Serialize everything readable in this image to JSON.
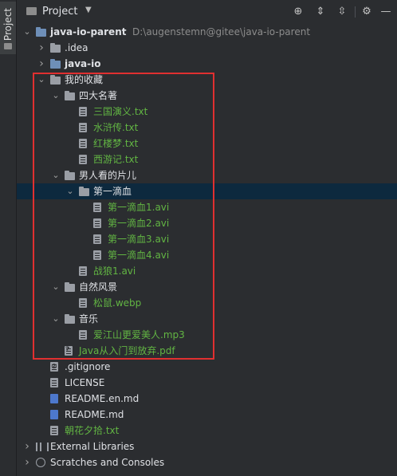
{
  "side_tab": {
    "label": "Project"
  },
  "header": {
    "title": "Project",
    "caret": "▼",
    "buttons": [
      {
        "name": "locate-icon",
        "glyph": "⊕"
      },
      {
        "name": "expand-all-icon",
        "glyph": "⇕"
      },
      {
        "name": "collapse-all-icon",
        "glyph": "⇳"
      },
      {
        "name": "gear-icon",
        "glyph": "⚙"
      },
      {
        "name": "hide-icon",
        "glyph": "—"
      }
    ]
  },
  "tree": [
    {
      "depth": 0,
      "arrow": "down",
      "icon": "folder-blue",
      "label": "java-io-parent",
      "style": "bold",
      "path": "D:\\augenstemn@gitee\\java-io-parent"
    },
    {
      "depth": 1,
      "arrow": "right",
      "icon": "folder",
      "label": ".idea",
      "style": "white"
    },
    {
      "depth": 1,
      "arrow": "right",
      "icon": "folder-blue",
      "label": "java-io",
      "style": "bold"
    },
    {
      "depth": 1,
      "arrow": "down",
      "icon": "folder",
      "label": "我的收藏",
      "style": "white"
    },
    {
      "depth": 2,
      "arrow": "down",
      "icon": "folder",
      "label": "四大名著",
      "style": "white"
    },
    {
      "depth": 3,
      "arrow": "none",
      "icon": "file",
      "label": "三国演义.txt",
      "style": "green"
    },
    {
      "depth": 3,
      "arrow": "none",
      "icon": "file",
      "label": "水浒传.txt",
      "style": "green"
    },
    {
      "depth": 3,
      "arrow": "none",
      "icon": "file",
      "label": "红楼梦.txt",
      "style": "green"
    },
    {
      "depth": 3,
      "arrow": "none",
      "icon": "file",
      "label": "西游记.txt",
      "style": "green"
    },
    {
      "depth": 2,
      "arrow": "down",
      "icon": "folder",
      "label": "男人看的片儿",
      "style": "white"
    },
    {
      "depth": 3,
      "arrow": "down",
      "icon": "folder",
      "label": "第一滴血",
      "style": "white",
      "selected": true
    },
    {
      "depth": 4,
      "arrow": "none",
      "icon": "file",
      "label": "第一滴血1.avi",
      "style": "green"
    },
    {
      "depth": 4,
      "arrow": "none",
      "icon": "file",
      "label": "第一滴血2.avi",
      "style": "green"
    },
    {
      "depth": 4,
      "arrow": "none",
      "icon": "file",
      "label": "第一滴血3.avi",
      "style": "green"
    },
    {
      "depth": 4,
      "arrow": "none",
      "icon": "file",
      "label": "第一滴血4.avi",
      "style": "green"
    },
    {
      "depth": 3,
      "arrow": "none",
      "icon": "file",
      "label": "战狼1.avi",
      "style": "green"
    },
    {
      "depth": 2,
      "arrow": "down",
      "icon": "folder",
      "label": "自然风景",
      "style": "white"
    },
    {
      "depth": 3,
      "arrow": "none",
      "icon": "file",
      "label": "松鼠.webp",
      "style": "green"
    },
    {
      "depth": 2,
      "arrow": "down",
      "icon": "folder",
      "label": "音乐",
      "style": "white"
    },
    {
      "depth": 3,
      "arrow": "none",
      "icon": "file",
      "label": "爱江山更爱美人.mp3",
      "style": "green"
    },
    {
      "depth": 2,
      "arrow": "none",
      "icon": "file-pdf",
      "label": "Java从入门到放弃.pdf",
      "style": "green"
    },
    {
      "depth": 1,
      "arrow": "none",
      "icon": "file-ignore",
      "label": ".gitignore",
      "style": "white"
    },
    {
      "depth": 1,
      "arrow": "none",
      "icon": "file",
      "label": "LICENSE",
      "style": "white"
    },
    {
      "depth": 1,
      "arrow": "none",
      "icon": "file-md",
      "label": "README.en.md",
      "style": "white"
    },
    {
      "depth": 1,
      "arrow": "none",
      "icon": "file-md",
      "label": "README.md",
      "style": "white"
    },
    {
      "depth": 1,
      "arrow": "none",
      "icon": "file",
      "label": "朝花夕拾.txt",
      "style": "green"
    },
    {
      "depth": 0,
      "arrow": "right",
      "icon": "library",
      "label": "External Libraries",
      "style": "white"
    },
    {
      "depth": 0,
      "arrow": "right",
      "icon": "scratch",
      "label": "Scratches and Consoles",
      "style": "white"
    }
  ]
}
